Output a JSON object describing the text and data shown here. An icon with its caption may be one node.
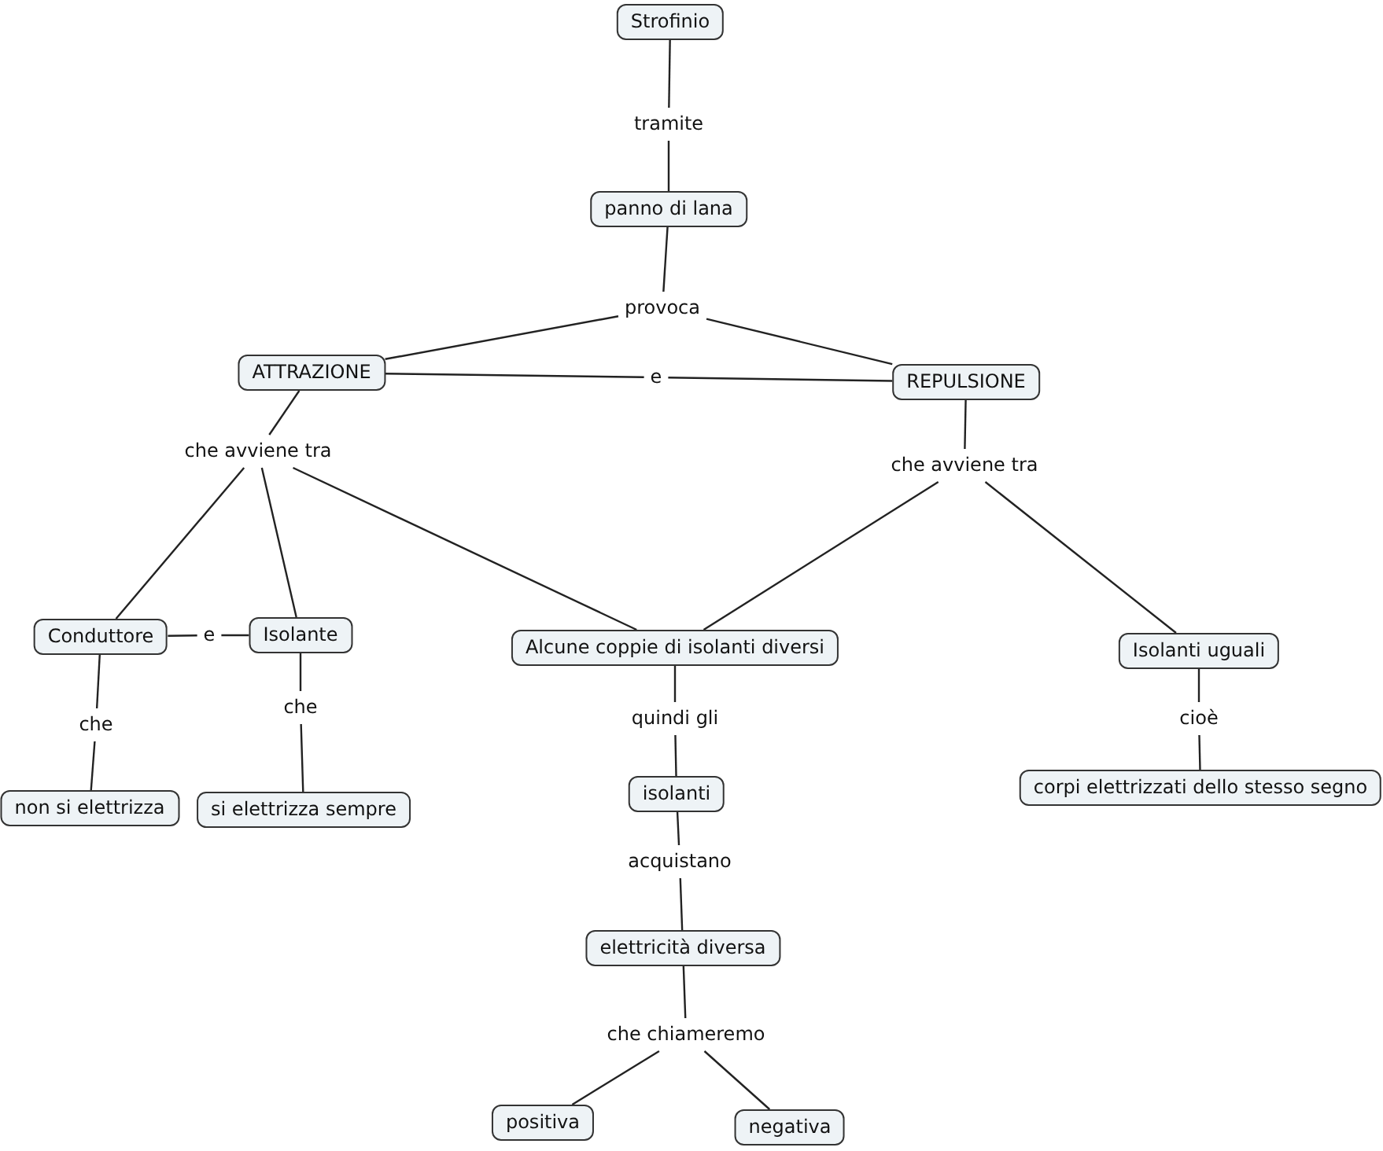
{
  "diagram": {
    "nodes": [
      {
        "text": [
          "Strofinio"
        ]
      },
      {
        "text": [
          "tramite"
        ]
      },
      {
        "text": [
          "panno di lana"
        ]
      },
      {
        "text": [
          "provoca"
        ]
      },
      {
        "text": [
          "ATTRAZIONE"
        ]
      },
      {
        "text": [
          "e"
        ]
      },
      {
        "text": [
          "REPULSIONE"
        ]
      },
      {
        "text": [
          "che avviene tra"
        ]
      },
      {
        "text": [
          "che avviene tra"
        ]
      },
      {
        "text": [
          "Conduttore"
        ]
      },
      {
        "text": [
          "e"
        ]
      },
      {
        "text": [
          "Isolante"
        ]
      },
      {
        "text": [
          "Alcune coppie di isolanti diversi"
        ]
      },
      {
        "text": [
          "Isolanti uguali"
        ]
      },
      {
        "text": [
          "che"
        ]
      },
      {
        "text": [
          "che"
        ]
      },
      {
        "text": [
          "quindi gli"
        ]
      },
      {
        "text": [
          "cioè"
        ]
      },
      {
        "text": [
          "non si elettrizza"
        ]
      },
      {
        "text": [
          "si elettrizza sempre"
        ]
      },
      {
        "text": [
          "isolanti"
        ]
      },
      {
        "text": [
          "acquistano"
        ]
      },
      {
        "text": [
          "corpi elettrizzati dello stesso segno"
        ]
      },
      {
        "text": [
          "elettricità diversa"
        ]
      },
      {
        "text": [
          "che chiameremo"
        ]
      },
      {
        "text": [
          "positiva"
        ]
      },
      {
        "text": [
          "negativa"
        ]
      }
    ],
    "edges": [
      {
        "from": 0,
        "to": 1,
        "arrow": "none"
      },
      {
        "from": 1,
        "to": 2,
        "arrow": "none"
      },
      {
        "from": 2,
        "to": 3,
        "arrow": "none"
      },
      {
        "from": 3,
        "to": 4,
        "arrow": "none"
      },
      {
        "from": 3,
        "to": 6,
        "arrow": "none"
      },
      {
        "from": 4,
        "to": 5,
        "arrow": "none"
      },
      {
        "from": 5,
        "to": 6,
        "arrow": "none"
      },
      {
        "from": 4,
        "to": 7,
        "arrow": "none"
      },
      {
        "from": 7,
        "to": 9,
        "arrow": "none"
      },
      {
        "from": 7,
        "to": 11,
        "arrow": "none"
      },
      {
        "from": 7,
        "to": 12,
        "arrow": "none"
      },
      {
        "from": 6,
        "to": 8,
        "arrow": "none"
      },
      {
        "from": 8,
        "to": 12,
        "arrow": "none"
      },
      {
        "from": 8,
        "to": 13,
        "arrow": "none"
      },
      {
        "from": 9,
        "to": 10,
        "arrow": "none"
      },
      {
        "from": 10,
        "to": 11,
        "arrow": "none"
      },
      {
        "from": 9,
        "to": 14,
        "arrow": "none"
      },
      {
        "from": 14,
        "to": 18,
        "arrow": "none"
      },
      {
        "from": 11,
        "to": 15,
        "arrow": "none"
      },
      {
        "from": 15,
        "to": 19,
        "arrow": "none"
      },
      {
        "from": 12,
        "to": 16,
        "arrow": "none"
      },
      {
        "from": 16,
        "to": 20,
        "arrow": "none"
      },
      {
        "from": 20,
        "to": 21,
        "arrow": "none"
      },
      {
        "from": 21,
        "to": 23,
        "arrow": "none"
      },
      {
        "from": 23,
        "to": 24,
        "arrow": "none"
      },
      {
        "from": 24,
        "to": 25,
        "arrow": "none"
      },
      {
        "from": 24,
        "to": 26,
        "arrow": "none"
      },
      {
        "from": 13,
        "to": 17,
        "arrow": "none"
      },
      {
        "from": 17,
        "to": 22,
        "arrow": "none"
      }
    ]
  }
}
